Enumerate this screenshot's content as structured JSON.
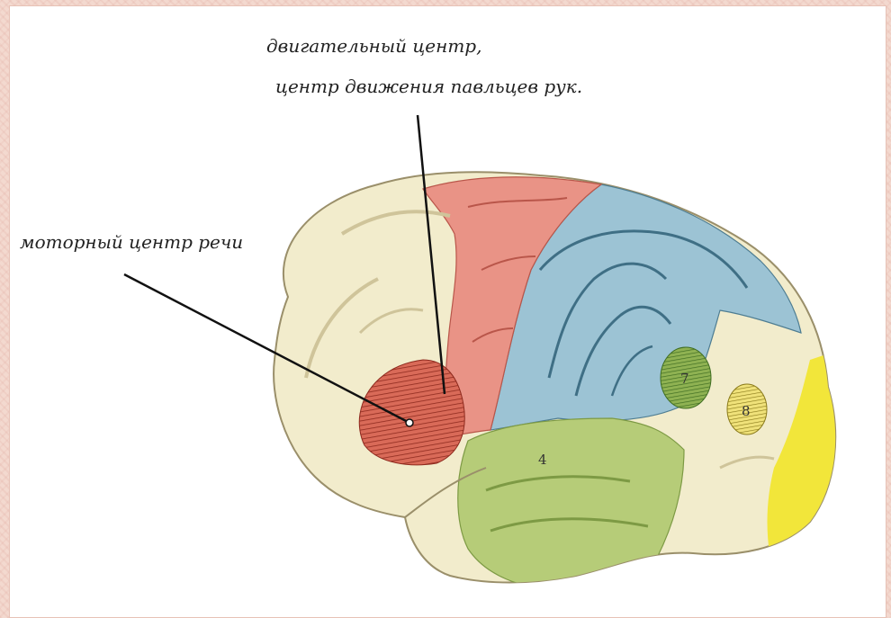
{
  "labels": {
    "motor_center": "двигательный центр,",
    "finger_center": "центр движения павльцев рук.",
    "speech_motor_center": "моторный центр речи"
  },
  "regions": {
    "temporal_number": "4",
    "region_7": "7",
    "region_8": "8"
  },
  "colors": {
    "background": "#f3d9cf",
    "brain_base": "#f2eccc",
    "motor_strip": "#e99386",
    "speech_area": "#c8503e",
    "parietal": "#9cc3d4",
    "temporal": "#b6cc78",
    "occipital": "#f2e63a",
    "region_7": "#6d9a3c",
    "region_8": "#e4d040"
  }
}
